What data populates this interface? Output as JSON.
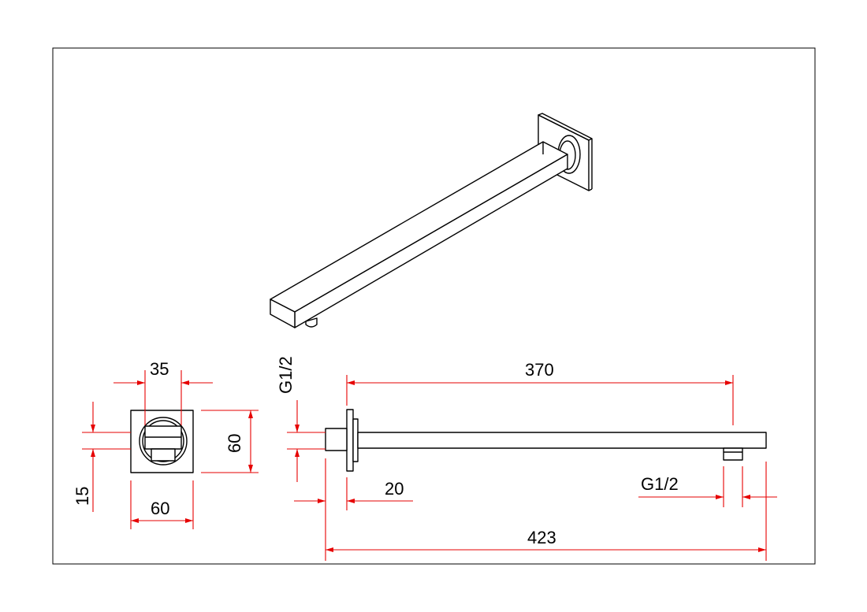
{
  "colors": {
    "dimension": "#e60000",
    "outline": "#000000",
    "background": "#ffffff"
  },
  "dimensions": {
    "front_width_top": "35",
    "front_height": "60",
    "front_width_bottom": "60",
    "front_offset": "15",
    "side_connection_left": "G1/2",
    "arm_length": "370",
    "flange_depth": "20",
    "side_connection_bottom": "G1/2",
    "total_length": "423"
  }
}
